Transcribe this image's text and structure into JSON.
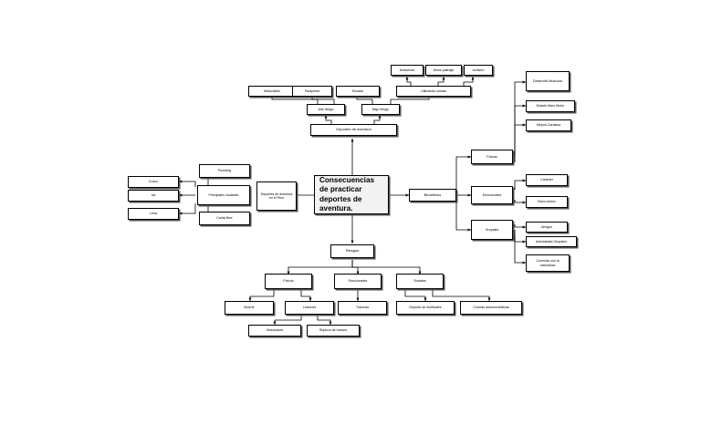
{
  "diagram": {
    "title": "Consecuencias de practicar deportes de aventura",
    "type": "concept-map",
    "language": "es",
    "background_color": "#ffffff",
    "node_fill": "#ffffff",
    "center_fill": "#f2f2f2",
    "stroke_color": "#000000"
  },
  "center": {
    "label": "Consecuencias de practicar deportes de aventura."
  },
  "branches": {
    "deportes_de_aventura": {
      "label": "Deportes de aventura",
      "children": [
        {
          "label": "Alto riesgo",
          "children": [
            {
              "label": "Motociclets"
            },
            {
              "label": "Parapente"
            }
          ]
        },
        {
          "label": "Bajo riesgo",
          "children": [
            {
              "label": "Escalar"
            },
            {
              "label": "Utilizando ruedas",
              "children": [
                {
                  "label": "Motocross"
                },
                {
                  "label": "Mono patinaje"
                },
                {
                  "label": "ciclismo"
                }
              ]
            }
          ]
        }
      ]
    },
    "peru": {
      "label": "Deportes de aventura en el Perú",
      "children": [
        {
          "label": "Puenting"
        },
        {
          "label": "Principales ciudades",
          "children": [
            {
              "label": "Cuzco"
            },
            {
              "label": "Ica"
            },
            {
              "label": "Lima"
            }
          ]
        },
        {
          "label": "Caída libre"
        }
      ]
    },
    "beneficios": {
      "label": "Beneficios",
      "children": [
        {
          "label": "Físicas",
          "children": [
            {
              "label": "Desarrollo Muscular"
            },
            {
              "label": "Estado físico Motor"
            },
            {
              "label": "Mejora Cardiaca"
            }
          ]
        },
        {
          "label": "Emocionales",
          "children": [
            {
              "label": "Carácter"
            },
            {
              "label": "Buen ánimo"
            }
          ]
        },
        {
          "label": "Grupales",
          "children": [
            {
              "label": "Amigos"
            },
            {
              "label": "Actividades Grupales"
            },
            {
              "label": "Conectar con la naturaleza"
            }
          ]
        }
      ]
    },
    "riesgos": {
      "label": "Riesgos",
      "children": [
        {
          "label": "Físicos",
          "children": [
            {
              "label": "Muerte"
            },
            {
              "label": "Lesiones",
              "children": [
                {
                  "label": "Musculares"
                },
                {
                  "label": "Ruptura de huesos"
                }
              ]
            }
          ]
        },
        {
          "label": "Emocionales",
          "children": [
            {
              "label": "Traumas"
            }
          ]
        },
        {
          "label": "Sociales",
          "children": [
            {
              "label": "Deporte de multitudes"
            },
            {
              "label": "Correas automovilísticas"
            }
          ]
        }
      ]
    }
  }
}
